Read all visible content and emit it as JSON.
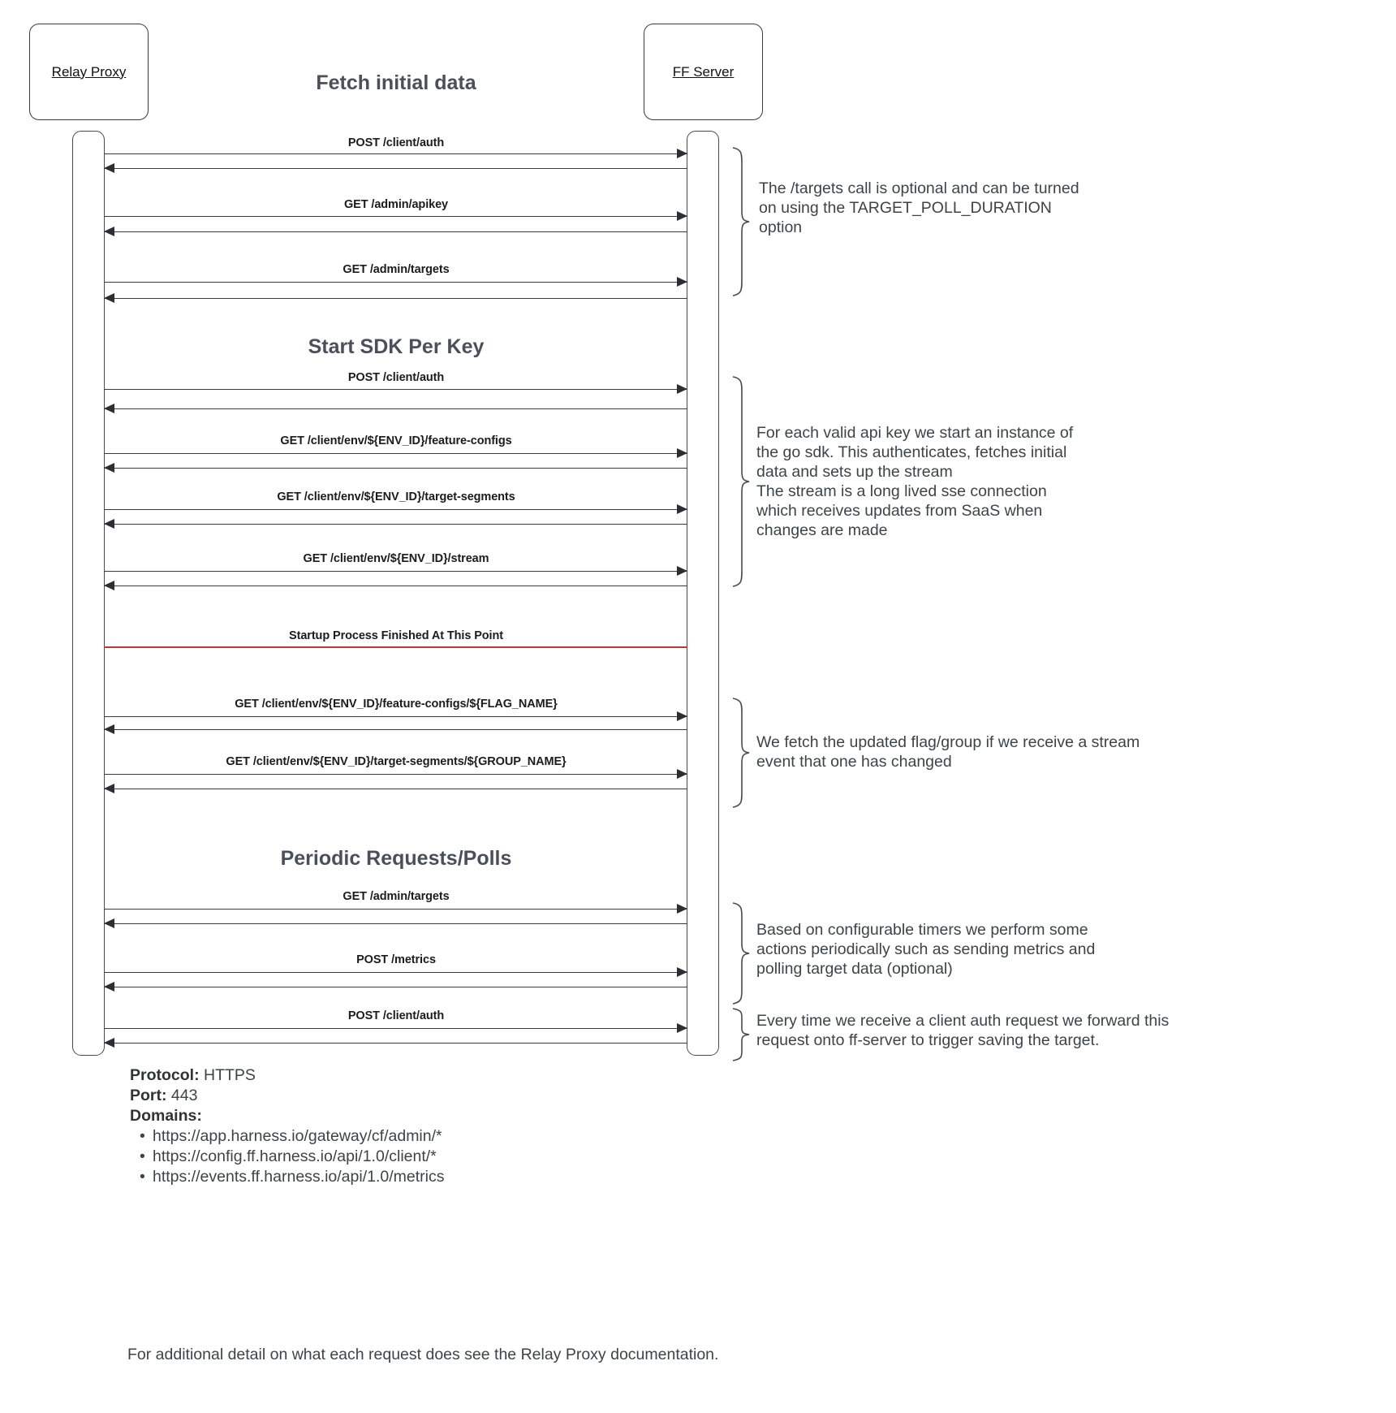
{
  "diagram": {
    "type": "sequence-diagram",
    "participants": [
      {
        "id": "relay-proxy",
        "label": "Relay Proxy"
      },
      {
        "id": "ff-server",
        "label": "FF Server"
      }
    ],
    "sections": [
      {
        "id": "fetch-initial-data",
        "title": "Fetch initial data"
      },
      {
        "id": "start-sdk-per-key",
        "title": "Start SDK Per Key"
      },
      {
        "id": "periodic-requests",
        "title": "Periodic Requests/Polls"
      }
    ],
    "messages": [
      {
        "id": "m1",
        "label": "POST /client/auth",
        "direction": "request"
      },
      {
        "id": "m2",
        "label": "GET /admin/apikey",
        "direction": "request"
      },
      {
        "id": "m3",
        "label": "GET /admin/targets",
        "direction": "request"
      },
      {
        "id": "m4",
        "label": "POST /client/auth",
        "direction": "request"
      },
      {
        "id": "m5",
        "label": "GET /client/env/${ENV_ID}/feature-configs",
        "direction": "request"
      },
      {
        "id": "m6",
        "label": "GET /client/env/${ENV_ID}/target-segments",
        "direction": "request"
      },
      {
        "id": "m7",
        "label": "GET /client/env/${ENV_ID}/stream",
        "direction": "request"
      },
      {
        "id": "m8",
        "label": "GET /client/env/${ENV_ID}/feature-configs/${FLAG_NAME}",
        "direction": "request"
      },
      {
        "id": "m9",
        "label": "GET /client/env/${ENV_ID}/target-segments/${GROUP_NAME}",
        "direction": "request"
      },
      {
        "id": "m10",
        "label": "GET /admin/targets",
        "direction": "request"
      },
      {
        "id": "m11",
        "label": "POST /metrics",
        "direction": "request"
      },
      {
        "id": "m12",
        "label": "POST /client/auth",
        "direction": "request"
      }
    ],
    "divider": {
      "id": "startup-finished",
      "label": "Startup Process Finished At This Point",
      "color": "#c0392b"
    },
    "notes": [
      {
        "id": "note-targets-optional",
        "text": "The /targets call is optional and can be turned\non using the TARGET_POLL_DURATION\noption"
      },
      {
        "id": "note-sdk-instance",
        "text": "For each valid api key we start an instance of\nthe go sdk. This authenticates, fetches initial\ndata and sets up the stream\nThe stream is a long lived sse connection\nwhich receives updates from SaaS when\nchanges are made"
      },
      {
        "id": "note-stream-update",
        "text": "We fetch the updated flag/group if we receive a stream\nevent that one has changed"
      },
      {
        "id": "note-periodic-timers",
        "text": "Based on configurable timers we perform some\nactions periodically such as sending metrics and\npolling target data (optional)"
      },
      {
        "id": "note-client-auth-forward",
        "text": "Every time we receive a client auth request we forward this\nrequest onto ff-server to trigger saving the target."
      }
    ]
  },
  "footer": {
    "protocol_key": "Protocol:",
    "protocol_value": "HTTPS",
    "port_key": "Port:",
    "port_value": "443",
    "domains_key": "Domains:",
    "domains": [
      "https://app.harness.io/gateway/cf/admin/*",
      "https://config.ff.harness.io/api/1.0/client/*",
      "https://events.ff.harness.io/api/1.0/metrics"
    ],
    "footnote": "For additional detail on what each request does see the Relay Proxy documentation."
  }
}
